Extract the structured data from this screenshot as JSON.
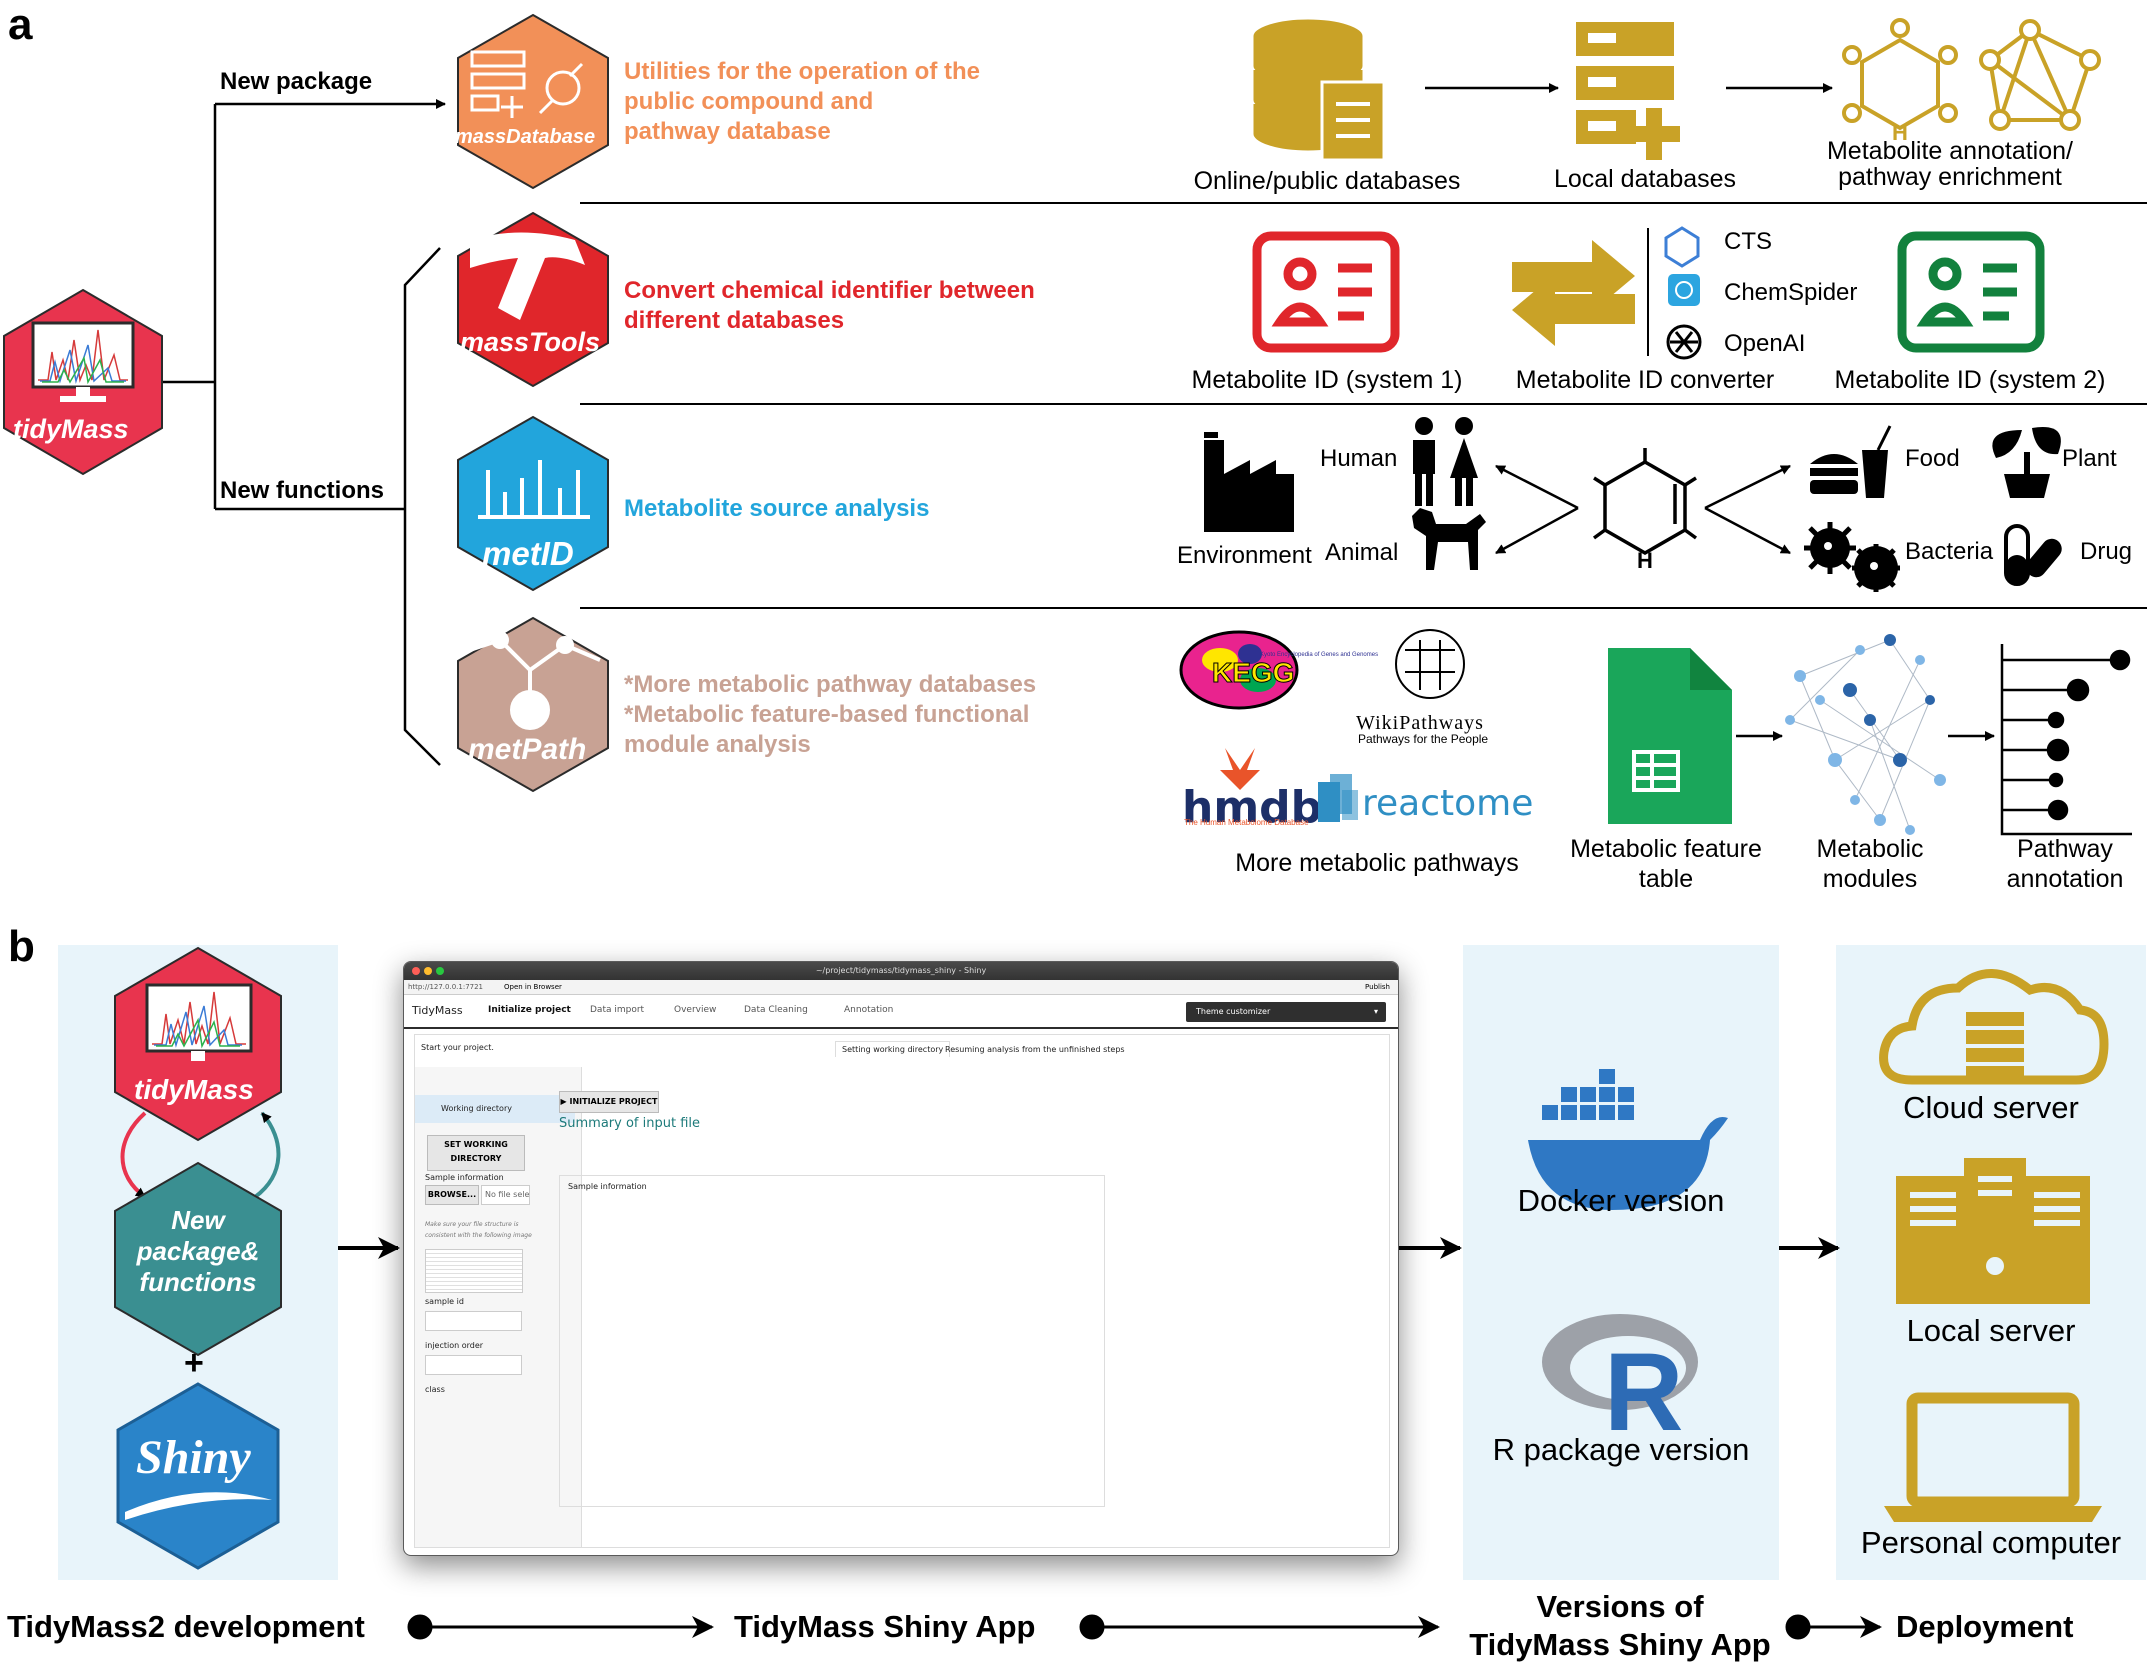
{
  "panel_a": {
    "label": "a",
    "branch_new_package": "New package",
    "branch_new_functions": "New functions",
    "root": {
      "name": "tidyMass"
    },
    "rows": [
      {
        "package": "massDatabase",
        "color": "#f29058",
        "description": [
          "Utilities for the operation of the",
          "public compound and",
          "pathway database"
        ],
        "items": [
          "Online/public databases",
          "Local databases",
          "Metabolite annotation/",
          "pathway enrichment"
        ]
      },
      {
        "package": "massTools",
        "color": "#e0262b",
        "description": [
          "Convert chemical identifier between",
          "different databases"
        ],
        "items": [
          "Metabolite ID (system 1)",
          "Metabolite ID converter",
          "Metabolite ID (system 2)"
        ],
        "converters": [
          "CTS",
          "ChemSpider",
          "OpenAI"
        ]
      },
      {
        "package": "metID",
        "color": "#22a5dc",
        "description": [
          "Metabolite source analysis"
        ],
        "sources": [
          "Human",
          "Animal",
          "Environment",
          "Food",
          "Plant",
          "Bacteria",
          "Drug"
        ],
        "center_atom": "H"
      },
      {
        "package": "metPath",
        "color": "#c8a294",
        "description": [
          "*More metabolic pathway databases",
          "*Metabolic feature-based functional",
          "module analysis"
        ],
        "databases": [
          "WikiPathways",
          "Pathways for the People",
          "hmdb",
          "The Human Metabolome Database",
          "reactome",
          "KEGG",
          "Kyoto Encyclopedia of Genes and Genomes"
        ],
        "items": [
          "More metabolic pathways",
          "Metabolic feature",
          "table",
          "Metabolic",
          "modules",
          "Pathway",
          "annotation"
        ]
      }
    ]
  },
  "panel_b": {
    "label": "b",
    "dev": {
      "tidymass": "tidyMass",
      "new": [
        "New",
        "package&",
        "functions"
      ],
      "plus": "+",
      "shiny": "Shiny"
    },
    "app": {
      "title": "~/project/tidymass/tidymass_shiny - Shiny",
      "url": "http://127.0.0.1:7721",
      "open_browser": "Open in Browser",
      "publish": "Publish",
      "brand": "TidyMass",
      "tabs": [
        "Initialize project",
        "Data import",
        "Overview",
        "Data Cleaning",
        "Annotation"
      ],
      "theme": "Theme customizer",
      "start": "Start your project.",
      "subtabs": [
        "Setting working directory",
        "Resuming analysis from the unfinished steps"
      ],
      "sidebar_section": "Working directory",
      "set_wd": [
        "SET WORKING",
        "DIRECTORY"
      ],
      "sample_info": "Sample information",
      "browse": "BROWSE...",
      "no_file": "No file sele",
      "note": [
        "Make sure your file structure is",
        "consistent with the following image"
      ],
      "fields": [
        "sample id",
        "injection order",
        "class"
      ],
      "init_btn": "INITIALIZE PROJECT",
      "summary": "Summary of input file",
      "panel_title": "Sample information"
    },
    "versions": [
      "Docker version",
      "R package version"
    ],
    "deploy": [
      "Cloud server",
      "Local server",
      "Personal computer"
    ],
    "pipeline": [
      "TidyMass2 development",
      "TidyMass Shiny App",
      "Versions of",
      "TidyMass Shiny App",
      "Deployment"
    ]
  }
}
